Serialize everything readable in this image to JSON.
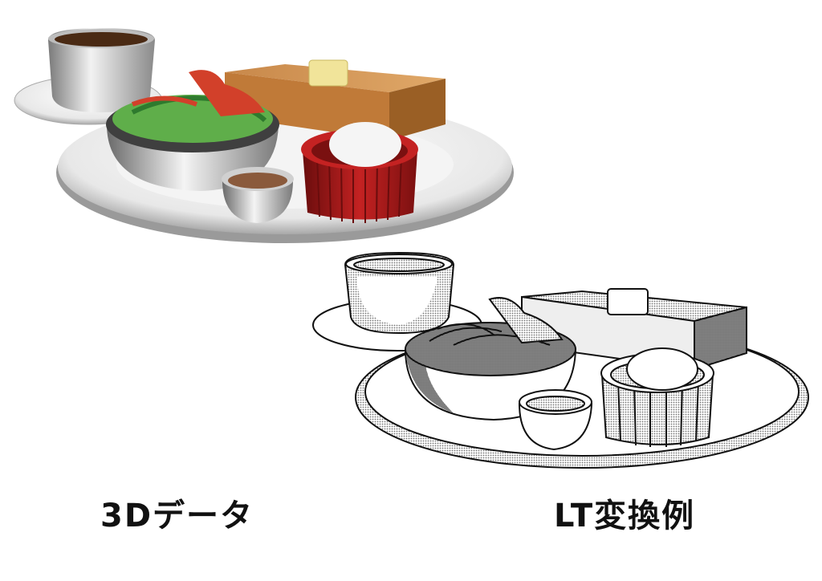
{
  "figure": {
    "left": {
      "caption": "3Dデータ",
      "kind": "3d-render-color",
      "colors": {
        "plate": "#e6e6e6",
        "cup": "#d9d9d9",
        "coffee": "#4a2a14",
        "toast": "#c98b45",
        "butter": "#f3e7a0",
        "ramekin": "#b81c1c",
        "egg": "#f5f5f5",
        "salad_green": "#4caf50",
        "tomato": "#d2402a",
        "sauce": "#8a5a3c"
      }
    },
    "right": {
      "caption": "LT変換例",
      "kind": "line-tone-conversion",
      "colors": {
        "line": "#111111",
        "fill": "#ffffff",
        "tone": "#9a9a9a"
      }
    }
  }
}
